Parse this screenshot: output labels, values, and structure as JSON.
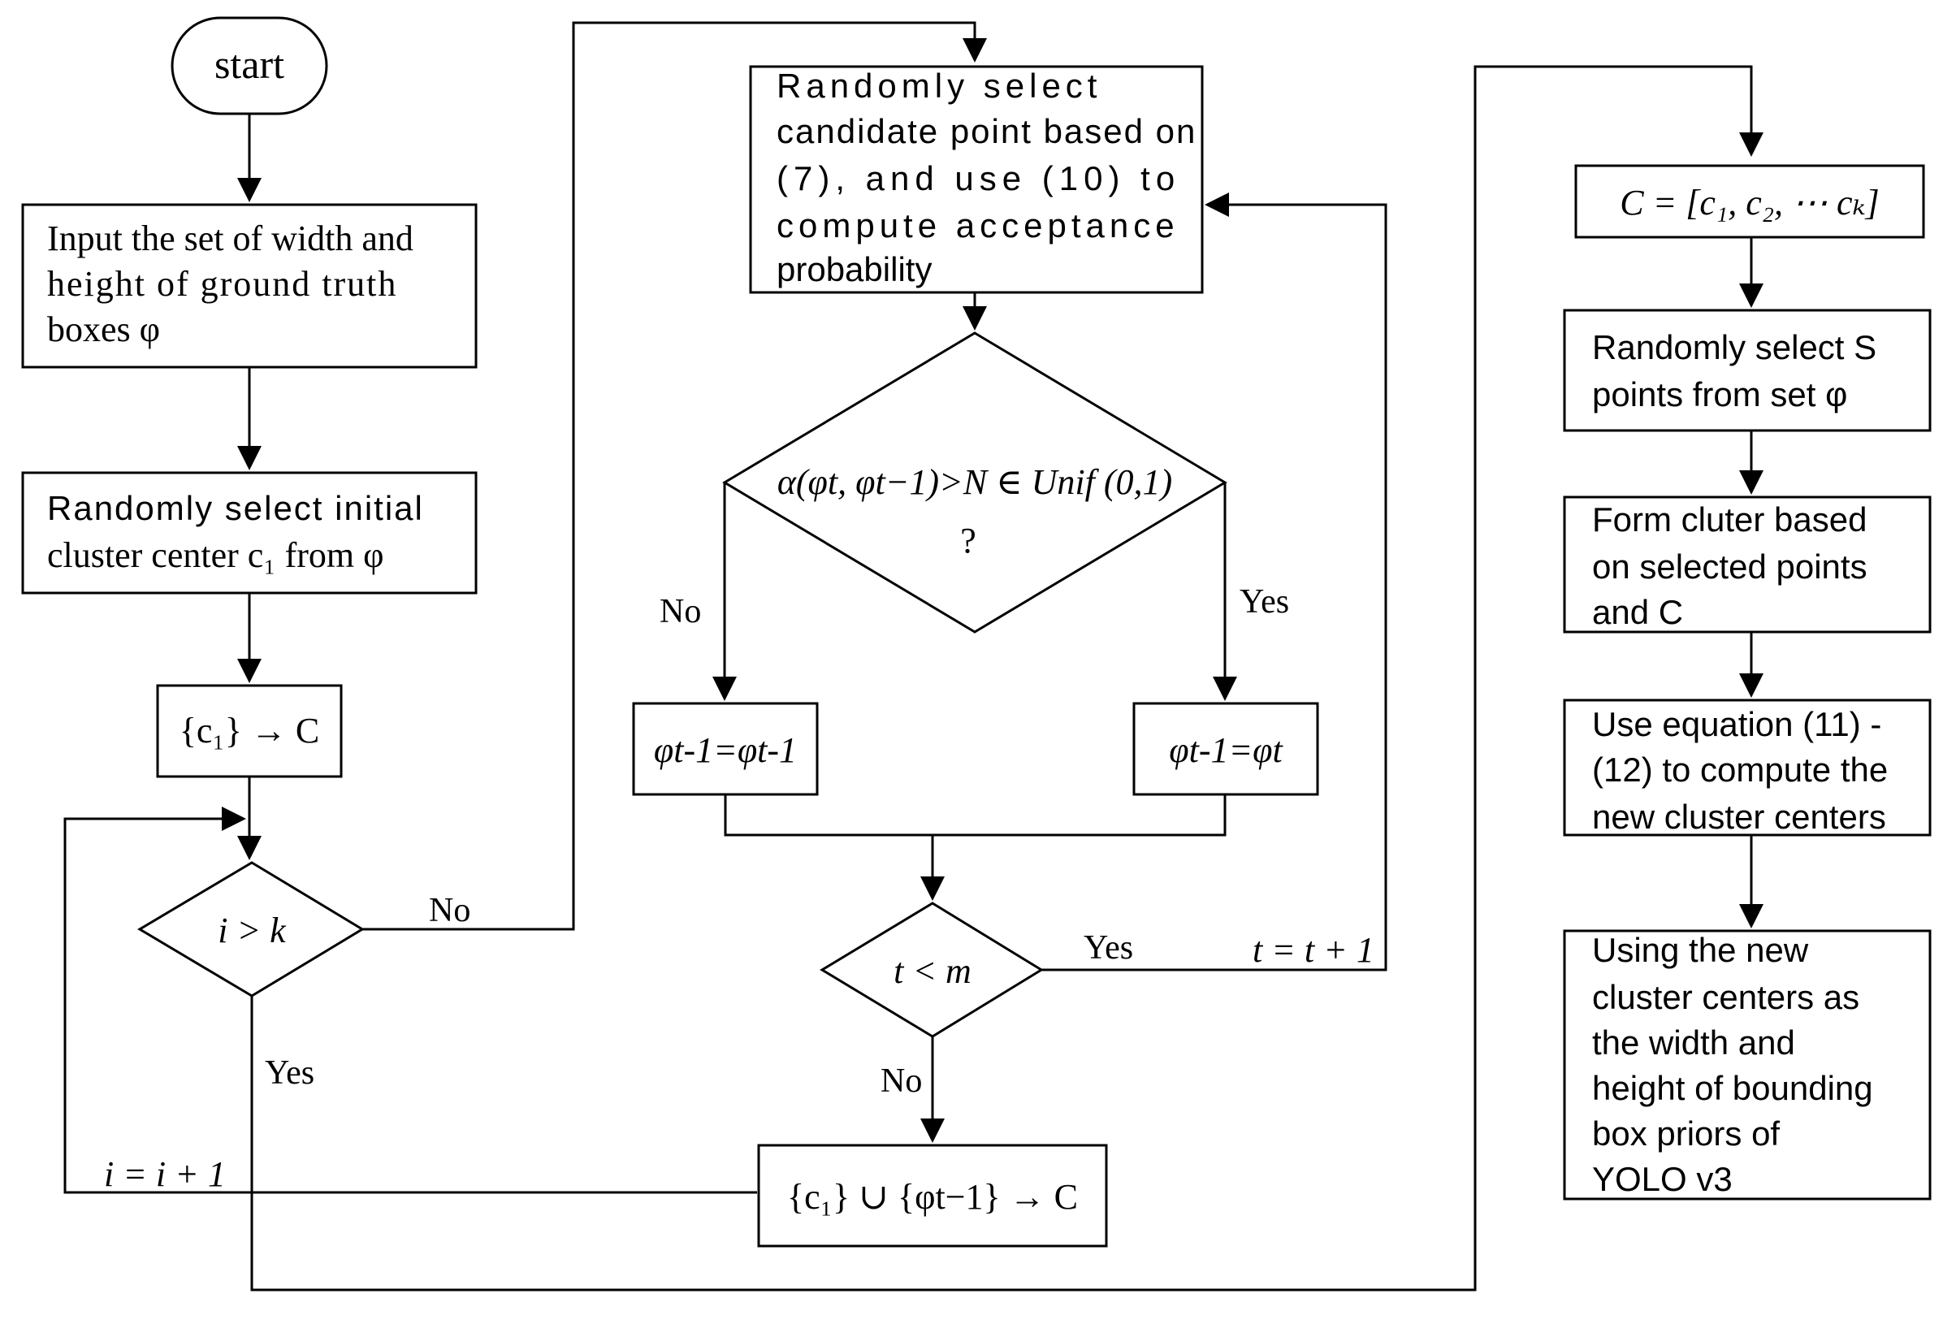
{
  "nodes": {
    "start": "start",
    "input_line1": "Input the set of width and",
    "input_line2": "height of ground truth",
    "input_line3": "boxes φ",
    "rand_init_line1": "Randomly select initial",
    "rand_init_line2": "cluster center c₁ from  φ",
    "c1_to_C": "{c₁} → C",
    "cond_i": "i > k",
    "candidate_line1": "Randomly select",
    "candidate_line2": "candidate point based on",
    "candidate_line3": "(7), and use (10) to",
    "candidate_line4": "compute acceptance",
    "candidate_line5": "probability",
    "cond_alpha": "α(φt, φt−1)>N ∈ Unif (0,1)",
    "cond_alpha_q": "?",
    "phi_no": "φt-1=φt-1",
    "phi_yes": "φt-1=φt",
    "cond_t": "t < m",
    "union": "{c₁} ∪ {φt−1} → C",
    "C_set": "C = [c₁, c₂, ⋯ cₖ]",
    "select_s_line1": "Randomly select S",
    "select_s_line2": "points from set φ",
    "form_line1": "Form cluter based",
    "form_line2": "on selected points",
    "form_line3": "and  C",
    "use_eq_line1": "Use equation (11) -",
    "use_eq_line2": "(12) to compute the",
    "use_eq_line3": "new cluster centers",
    "final_line1": "Using the new",
    "final_line2": "cluster centers as",
    "final_line3": "the width and",
    "final_line4": "height of bounding",
    "final_line5": "box priors of",
    "final_line6": "YOLO v3"
  },
  "edge_labels": {
    "no_i": "No",
    "yes_i": "Yes",
    "i_inc": "i = i + 1",
    "no_alpha": "No",
    "yes_alpha": "Yes",
    "yes_t": "Yes",
    "t_inc": "t = t + 1",
    "no_t": "No"
  }
}
